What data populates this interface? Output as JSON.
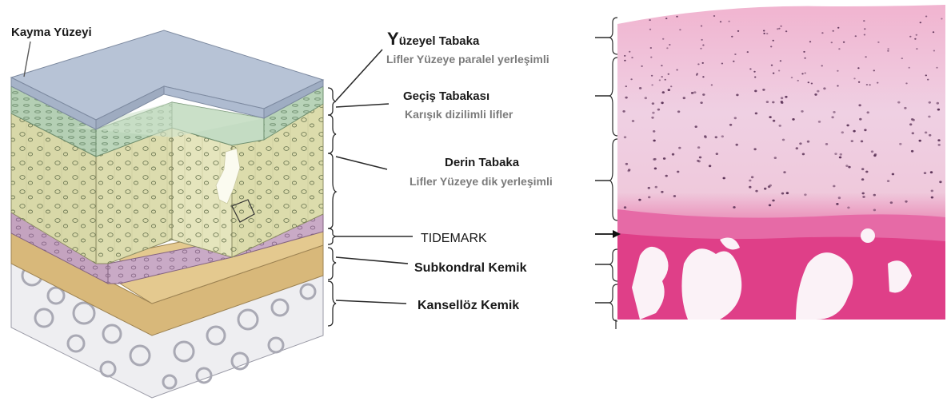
{
  "surface_label": "Kayma Yüzeyi",
  "layers": {
    "superficial": {
      "initial": "Y",
      "rest": "üzeyel Tabaka",
      "sub": "Lifler Yüzeye paralel yerleşimli"
    },
    "transition": {
      "title": "Geçiş Tabakası",
      "sub": "Karışık dizilimli lifler"
    },
    "deep": {
      "title": "Derin Tabaka",
      "sub": "Lifler Yüzeye dik yerleşimli"
    },
    "tidemark": {
      "title": "TIDEMARK"
    },
    "subchondral": {
      "title": "Subkondral Kemik"
    },
    "cancellous": {
      "title": "Kansellöz Kemik"
    }
  },
  "colors": {
    "surface": "#b9c6d8",
    "superficial_zone": "#b7d1b6",
    "deep_zone": "#d9d9ad",
    "tidemark_zone": "#c6a6c2",
    "subchondral_zone": "#ddbf7e",
    "bone": "#e9e9ec",
    "histology_pink": "#e6a9c6",
    "histology_deep": "#e0458e"
  }
}
